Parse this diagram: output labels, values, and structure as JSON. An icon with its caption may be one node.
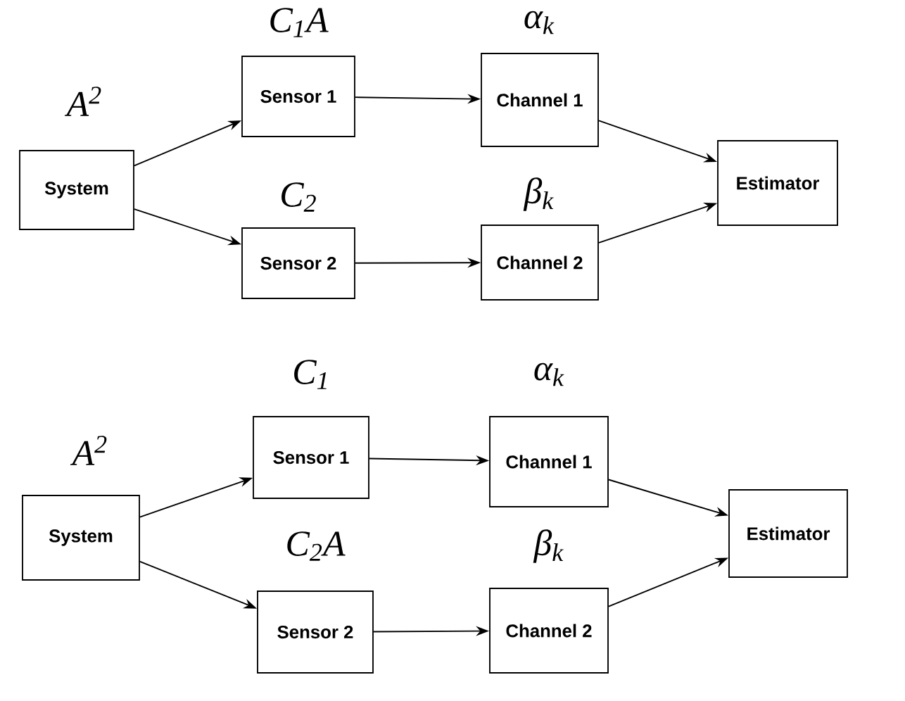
{
  "diagram": {
    "nodes": [
      {
        "text": [
          "System"
        ],
        "beside": [
          "A$^{2}$"
        ]
      },
      {
        "text": [
          "Sensor 1"
        ],
        "beside": [
          "C$_{1}$A"
        ]
      },
      {
        "text": [
          "Sensor 2"
        ],
        "beside": [
          "C$_{2}$"
        ]
      },
      {
        "text": [
          "Channel 1"
        ],
        "beside": [
          "α$_{k}$"
        ]
      },
      {
        "text": [
          "Channel 2"
        ],
        "beside": [
          "β$_{k}$"
        ]
      },
      {
        "text": [
          "Estimator"
        ]
      },
      {
        "text": [
          "System"
        ],
        "beside": [
          "A$^{2}$"
        ]
      },
      {
        "text": [
          "Sensor 1"
        ],
        "beside": [
          "C$_{1}$"
        ]
      },
      {
        "text": [
          "Sensor 2"
        ],
        "beside": [
          "C$_{2}$A"
        ]
      },
      {
        "text": [
          "Channel 1"
        ],
        "beside": [
          "α$_{k}$"
        ]
      },
      {
        "text": [
          "Channel 2"
        ],
        "beside": [
          "β$_{k}$"
        ]
      },
      {
        "text": [
          "Estimator"
        ]
      }
    ],
    "edges": [
      {
        "from": 0,
        "to": 1,
        "arrow": "to"
      },
      {
        "from": 0,
        "to": 2,
        "arrow": "to"
      },
      {
        "from": 1,
        "to": 3,
        "arrow": "to"
      },
      {
        "from": 2,
        "to": 4,
        "arrow": "to"
      },
      {
        "from": 3,
        "to": 5,
        "arrow": "to"
      },
      {
        "from": 4,
        "to": 5,
        "arrow": "to"
      },
      {
        "from": 6,
        "to": 7,
        "arrow": "to"
      },
      {
        "from": 6,
        "to": 8,
        "arrow": "to"
      },
      {
        "from": 7,
        "to": 9,
        "arrow": "to"
      },
      {
        "from": 8,
        "to": 10,
        "arrow": "to"
      },
      {
        "from": 9,
        "to": 11,
        "arrow": "to"
      },
      {
        "from": 10,
        "to": 11,
        "arrow": "to"
      }
    ]
  }
}
